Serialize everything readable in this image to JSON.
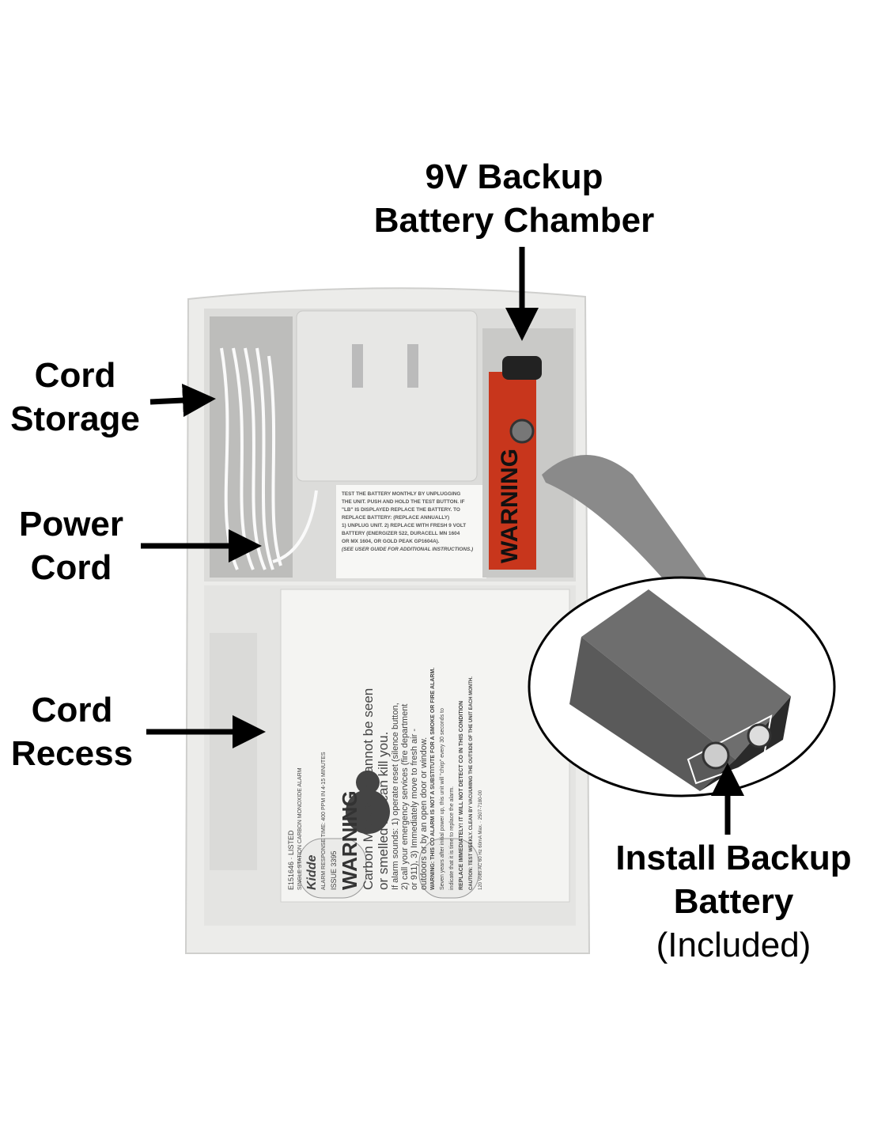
{
  "callouts": {
    "battery_chamber": [
      "9V Backup",
      "Battery Chamber"
    ],
    "cord_storage": [
      "Cord",
      "Storage"
    ],
    "power_cord": [
      "Power",
      "Cord"
    ],
    "cord_recess": [
      "Cord",
      "Recess"
    ],
    "install_backup": [
      "Install Backup",
      "Battery",
      "(Included)"
    ]
  },
  "test_label": [
    "TEST THE BATTERY MONTHLY BY UNPLUGGING",
    "THE UNIT. PUSH AND HOLD THE TEST BUTTON. IF",
    "\"LB\" IS DISPLAYED REPLACE THE BATTERY. TO",
    "REPLACE BATTERY: (REPLACE ANNUALLY)",
    "1) UNPLUG UNIT. 2) REPLACE WITH FRESH 9 VOLT",
    "BATTERY (ENERGIZER 522, DURACELL MN 1604",
    "OR MX 1604, OR GOLD PEAK GP1604A).",
    "(SEE USER GUIDE FOR ADDITIONAL INSTRUCTIONS.)"
  ],
  "device_label": {
    "brand": "Kidde",
    "cert_id": "E151646",
    "listed": "LISTED",
    "product": "SINGLE STATION CARBON MONOXIDE ALARM",
    "response": "ALARM RESPONSE TIME: 400 PPM IN 4-15 MINUTES",
    "issue": "ISSUE 3395",
    "warning_title": "WARNING",
    "warning_lines": [
      "Carbon Monoxide cannot be seen",
      "or smelled but can kill you.",
      "If alarm sounds: 1) operate reset (silence button,",
      "2) call your emergency services (fire department",
      "or 911), 3) Immediately move to fresh air -",
      "outdoors or by an open door or window."
    ],
    "warning2": "WARNING: THIS CO ALARM IS NOT A SUBSTITUTE FOR A SMOKE OR FIRE ALARM.",
    "warning2_lines": [
      "Seven years after initial power up, this unit will \"chirp\" every 30 seconds to",
      "indicate that it is time to replace the alarm.",
      "REPLACE IMMEDIATELY! IT WILL NOT DETECT CO IN THIS CONDITION"
    ],
    "caution": "CAUTION: TEST WEEKLY. CLEAN BY VACUUMING THE OUTSIDE OF THE UNIT EACH MONTH.",
    "power": "120 Volts AC  60 Hz  60mA Max.",
    "part_no": "2507-7180-00"
  },
  "battery_warning": "WARNING",
  "colors": {
    "device": "#e9e9e7",
    "battery_label": "#c8361c",
    "battery": "#6e6e6e"
  }
}
